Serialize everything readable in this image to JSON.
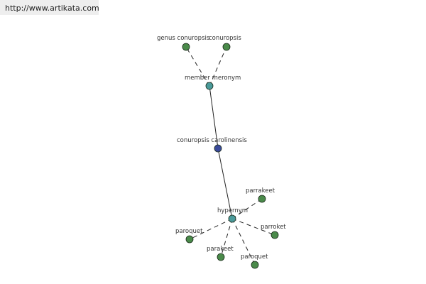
{
  "header": {
    "url": "http://www.artikata.com"
  },
  "colors": {
    "leaf": "#4a8a4a",
    "relation": "#4a9a9a",
    "center": "#3a4a9a",
    "edge": "#222222"
  },
  "nodes": [
    {
      "id": "genus",
      "label": "genus conuropsis",
      "kind": "leaf"
    },
    {
      "id": "conuropsis",
      "label": "conuropsis",
      "kind": "leaf"
    },
    {
      "id": "member-meronym",
      "label": "member meronym",
      "kind": "relation"
    },
    {
      "id": "center",
      "label": "conuropsis carolinensis",
      "kind": "center"
    },
    {
      "id": "hypernym",
      "label": "hypernym",
      "kind": "relation"
    },
    {
      "id": "parrakeet",
      "label": "parrakeet",
      "kind": "leaf"
    },
    {
      "id": "parroket",
      "label": "parroket",
      "kind": "leaf"
    },
    {
      "id": "paroquet-1",
      "label": "paroquet",
      "kind": "leaf"
    },
    {
      "id": "parakeet",
      "label": "parakeet",
      "kind": "leaf"
    },
    {
      "id": "paroquet-2",
      "label": "paroquet",
      "kind": "leaf"
    }
  ],
  "edges": [
    {
      "from": "member-meronym",
      "to": "genus",
      "style": "dashed"
    },
    {
      "from": "member-meronym",
      "to": "conuropsis",
      "style": "dashed"
    },
    {
      "from": "member-meronym",
      "to": "center",
      "style": "solid"
    },
    {
      "from": "center",
      "to": "hypernym",
      "style": "solid"
    },
    {
      "from": "hypernym",
      "to": "parrakeet",
      "style": "dashed"
    },
    {
      "from": "hypernym",
      "to": "parroket",
      "style": "dashed"
    },
    {
      "from": "hypernym",
      "to": "paroquet-1",
      "style": "dashed"
    },
    {
      "from": "hypernym",
      "to": "parakeet",
      "style": "dashed"
    },
    {
      "from": "hypernym",
      "to": "paroquet-2",
      "style": "dashed"
    }
  ]
}
